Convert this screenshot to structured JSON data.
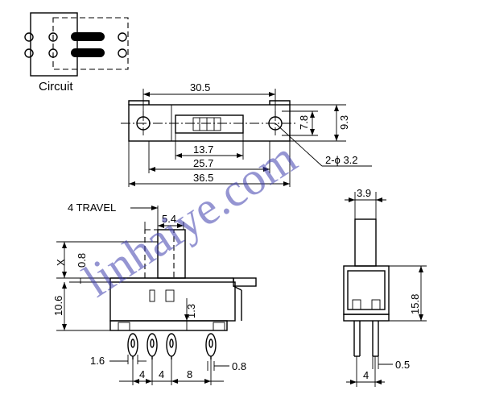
{
  "labels": {
    "circuit": "Circuit",
    "travel": "4 TRAVEL",
    "x_label": "X"
  },
  "dimensions": {
    "top_width": "30.5",
    "height_78": "7.8",
    "height_93": "9.3",
    "w_137": "13.7",
    "w_257": "25.7",
    "w_365": "36.5",
    "hole": "2-ϕ 3.2",
    "w_54": "5.4",
    "h_08": "0.8",
    "h_106": "10.6",
    "h_13": "1.3",
    "pitch_16": "1.6",
    "pitch_4a": "4",
    "pitch_4b": "4",
    "pitch_8": "8",
    "pin_08": "0.8",
    "side_39": "3.9",
    "side_158": "15.8",
    "side_05": "0.5",
    "side_4": "4"
  },
  "watermark": "linhaiye.com"
}
